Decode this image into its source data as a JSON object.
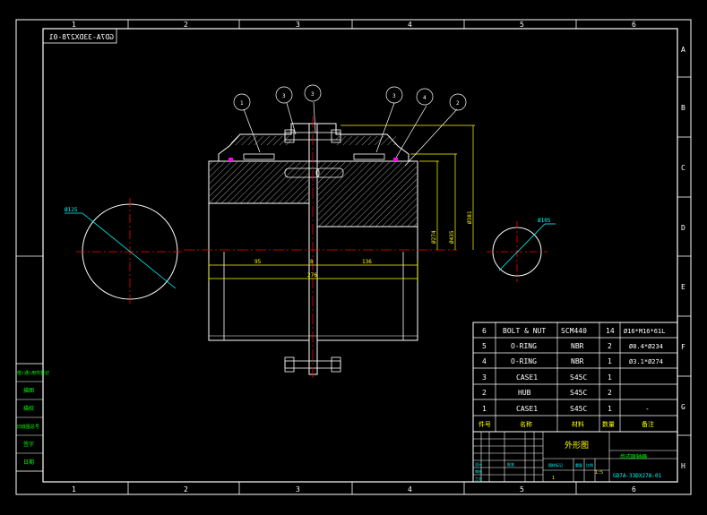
{
  "frame": {
    "columns": [
      "1",
      "2",
      "3",
      "4",
      "5",
      "6"
    ],
    "rows": [
      "A",
      "B",
      "C",
      "D",
      "E",
      "F",
      "G",
      "H"
    ]
  },
  "drawing_code_mirrored": "GD7A-33DX278-01",
  "balloons": [
    "1",
    "3",
    "3",
    "3",
    "4",
    "2"
  ],
  "dimensions": {
    "left_length": "95",
    "gap": "8",
    "right_length": "136",
    "total_length": "276",
    "hub_dia": "Ø274",
    "flange_dia": "Ø435",
    "bore_dia": "Ø381",
    "left_circle_dia": "Ø125",
    "right_circle_dia": "Ø105"
  },
  "bom": {
    "rows": [
      {
        "no": "6",
        "name": "BOLT & NUT",
        "material": "SCM440",
        "qty": "14",
        "note": "Ø16*M16*61L"
      },
      {
        "no": "5",
        "name": "O-RING",
        "material": "NBR",
        "qty": "2",
        "note": "Ø8.4*Ø234"
      },
      {
        "no": "4",
        "name": "O-RING",
        "material": "NBR",
        "qty": "1",
        "note": "Ø3.1*Ø274"
      },
      {
        "no": "3",
        "name": "CASE1",
        "material": "S45C",
        "qty": "1",
        "note": ""
      },
      {
        "no": "2",
        "name": "HUB",
        "material": "S45C",
        "qty": "2",
        "note": ""
      },
      {
        "no": "1",
        "name": "CASE1",
        "material": "S45C",
        "qty": "1",
        "note": "-"
      }
    ],
    "header": {
      "no": "件号",
      "name": "名称",
      "material": "材料",
      "qty": "数量",
      "note": "备注"
    }
  },
  "title_block": {
    "title": "外形图",
    "product": "齿式联轴器",
    "drawing_no": "GD7A-33DX278-01",
    "scale": "1:5",
    "sheet": "1",
    "labels": [
      "图样标记",
      "重量",
      "比例",
      "设计",
      "审核",
      "工艺",
      "批准"
    ]
  },
  "side_stamps": [
    "借(通)用件登记",
    "描图",
    "描校",
    "旧底图总号",
    "签字",
    "日期"
  ]
}
